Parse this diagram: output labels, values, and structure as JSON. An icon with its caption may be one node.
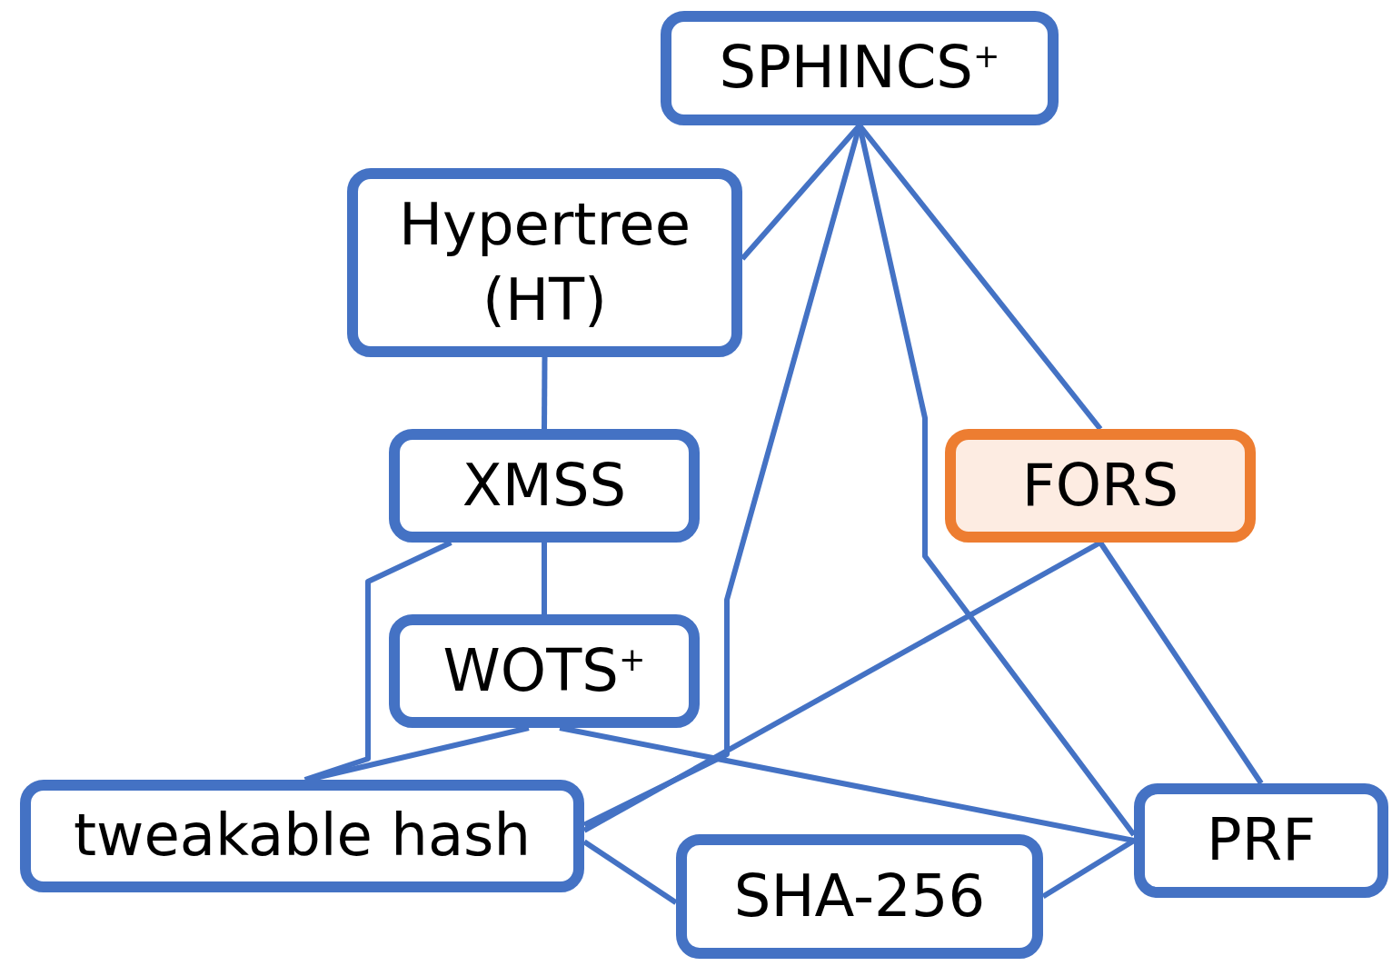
{
  "diagram": {
    "nodes": [
      {
        "text": [
          "SPHINCS$^{+}$"
        ]
      },
      {
        "text": [
          "Hypertree (HT)"
        ]
      },
      {
        "text": [
          "XMSS"
        ]
      },
      {
        "text": [
          "FORS"
        ]
      },
      {
        "text": [
          "WOTS$^{+}$"
        ]
      },
      {
        "text": [
          "tweakable hash"
        ]
      },
      {
        "text": [
          "SHA-256"
        ]
      },
      {
        "text": [
          "PRF"
        ]
      }
    ],
    "edges": [
      {
        "from": 0,
        "to": 1,
        "arrow": "none"
      },
      {
        "from": 0,
        "to": 5,
        "arrow": "none"
      },
      {
        "from": 0,
        "to": 3,
        "arrow": "none"
      },
      {
        "from": 0,
        "to": 7,
        "arrow": "none"
      },
      {
        "from": 1,
        "to": 2,
        "arrow": "none"
      },
      {
        "from": 2,
        "to": 4,
        "arrow": "none"
      },
      {
        "from": 2,
        "to": 5,
        "arrow": "none"
      },
      {
        "from": 4,
        "to": 5,
        "arrow": "none"
      },
      {
        "from": 4,
        "to": 7,
        "arrow": "none"
      },
      {
        "from": 3,
        "to": 5,
        "arrow": "none"
      },
      {
        "from": 3,
        "to": 7,
        "arrow": "none"
      },
      {
        "from": 5,
        "to": 6,
        "arrow": "none"
      },
      {
        "from": 6,
        "to": 7,
        "arrow": "none"
      }
    ]
  }
}
